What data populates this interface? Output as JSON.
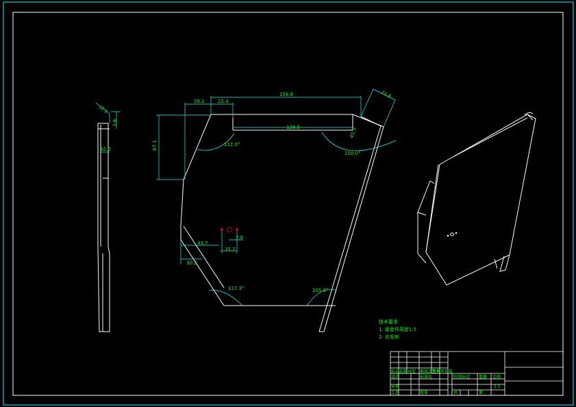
{
  "colors": {
    "background": "#000000",
    "frame": "#00ffff",
    "outline": "#ffffff",
    "dimension": "#00ff00",
    "dimension_line": "#00ffff",
    "hole_mark": "#ff0000"
  },
  "side_view": {
    "dim_top": "(2:1",
    "dim_height": "3.8",
    "dim_inner": "32.6"
  },
  "front_view": {
    "dim_28_1": "28.1",
    "dim_22_4": "22.4",
    "dim_158_8": "158.8",
    "dim_21_6": "21.6",
    "dim_67_1": "67.1",
    "dim_126_0": "126.0",
    "dim_small": "45.3",
    "angle_112": "112.0°",
    "angle_150": "150.0°",
    "dim_43_7": "43.7",
    "dim_7_8": "7.8",
    "dim_15_7": "15.7",
    "dim_30_2": "30.2",
    "angle_117": "117.3°",
    "angle_105": "105.0°"
  },
  "notes": {
    "title": "技术要求",
    "line1": "1. 钣金件厚度1.5",
    "line2": "2. 去毛刺"
  },
  "title_block": {
    "row1": [
      "标记",
      "处数",
      "分区",
      "更改文件号",
      "签名",
      "年月日"
    ],
    "row2_left": "设计",
    "row2_mid": "标准化",
    "stage": "阶段标记",
    "weight": "重量",
    "scale_label": "比例",
    "scale": "1:1",
    "row3_left": "审核",
    "row4_left": "工艺",
    "row4_mid": "批准",
    "sheet_total": "共",
    "sheet_num": "第"
  }
}
